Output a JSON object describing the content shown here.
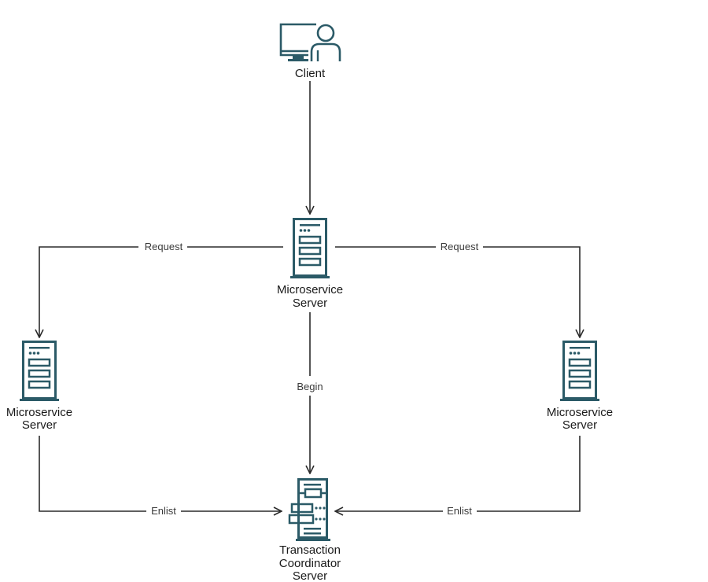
{
  "nodes": {
    "client": {
      "label": "Client",
      "icon": "client-workstation-icon"
    },
    "microservice_center": {
      "label_line1": "Microservice",
      "label_line2": "Server",
      "icon": "server-icon"
    },
    "microservice_left": {
      "label_line1": "Microservice",
      "label_line2": "Server",
      "icon": "server-icon"
    },
    "microservice_right": {
      "label_line1": "Microservice",
      "label_line2": "Server",
      "icon": "server-icon"
    },
    "transaction_coordinator": {
      "label_line1": "Transaction",
      "label_line2": "Coordinator",
      "label_line3": "Server",
      "icon": "transaction-server-icon"
    }
  },
  "edges": {
    "request_left": "Request",
    "request_right": "Request",
    "begin": "Begin",
    "enlist_left": "Enlist",
    "enlist_right": "Enlist"
  },
  "colors": {
    "icon": "#2b5a67",
    "line": "#2b2b2b"
  }
}
